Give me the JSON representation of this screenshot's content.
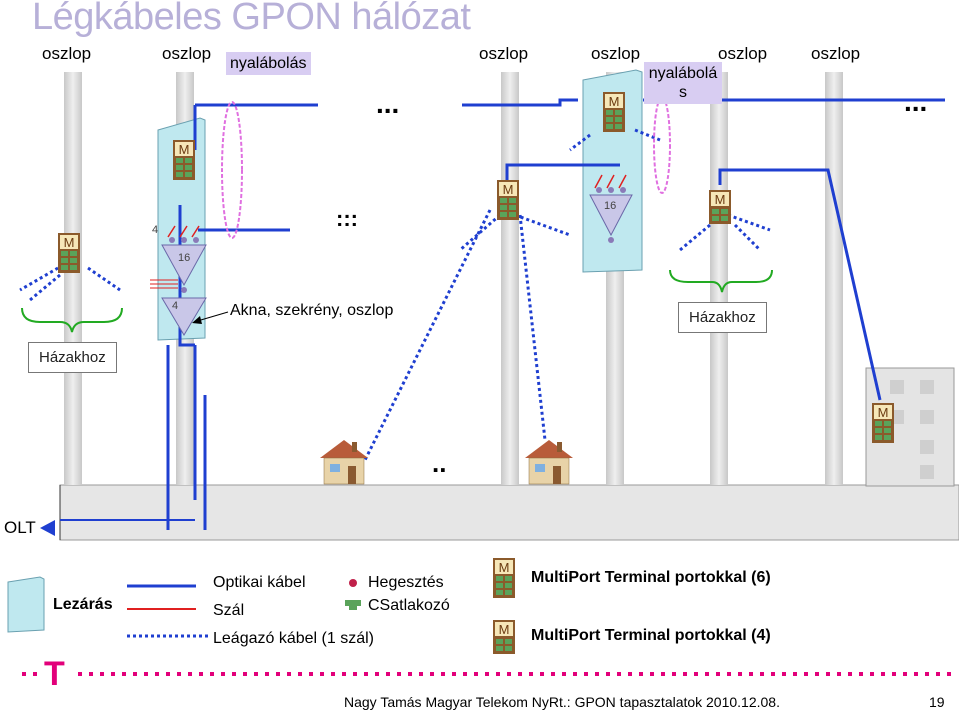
{
  "title": "Légkábeles GPON hálózat",
  "poles": [
    "oszlop",
    "oszlop",
    "oszlop",
    "oszlop",
    "oszlop",
    "oszlop"
  ],
  "splice_labels": [
    "nyalábolás",
    "nyalábolá s"
  ],
  "splitters": {
    "s1_in": "4",
    "s1_out": "16",
    "s2_out": "16",
    "s3_in": "4"
  },
  "terminal_letter": "M",
  "ellipsis": [
    "...",
    "...",
    ":::",
    ".."
  ],
  "cabinet_label": "Akna, szekrény, oszlop",
  "house_labels": [
    "Házakhoz",
    "Házakhoz"
  ],
  "olt_label": "OLT",
  "legend": {
    "closure": "Lezárás",
    "optical_cable": "Optikai kábel",
    "fiber": "Szál",
    "drop_cable": "Leágazó kábel (1 szál)",
    "splice": "Hegesztés",
    "connector": "CSatlakozó",
    "mpt6": "MultiPort Terminal portokkal (6)",
    "mpt4": "MultiPort Terminal portokkal (4)"
  },
  "footer": {
    "author": "Nagy Tamás Magyar Telekom NyRt.: GPON tapasztalatok",
    "date": "2010.12.08.",
    "page": "19",
    "logo": "T"
  },
  "colors": {
    "cable": "#1f3fd0",
    "fiber": "#e02020",
    "drop": "#1f3fd0",
    "pole": "#dcdcdc",
    "closure": "#bfe8ef",
    "splice_ellipse": "#e070e0",
    "magenta": "#e2007a"
  }
}
